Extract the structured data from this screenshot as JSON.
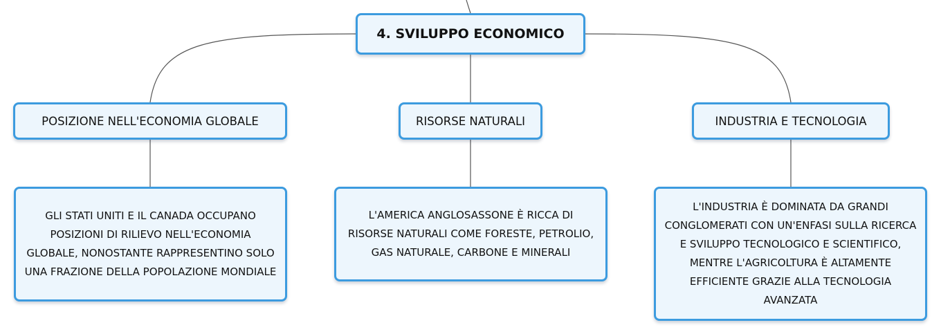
{
  "mindmap": {
    "root": {
      "label": "4. SVILUPPO ECONOMICO"
    },
    "topics": [
      {
        "label": "POSIZIONE NELL'ECONOMIA GLOBALE",
        "detail": "GLI STATI UNITI E IL CANADA OCCUPANO POSIZIONI DI RILIEVO NELL'ECONOMIA GLOBALE, NONOSTANTE RAPPRESENTINO SOLO UNA FRAZIONE DELLA POPOLAZIONE MONDIALE"
      },
      {
        "label": "RISORSE NATURALI",
        "detail": "L'AMERICA ANGLOSASSONE È RICCA DI RISORSE NATURALI COME FORESTE, PETROLIO, GAS NATURALE, CARBONE E MINERALI"
      },
      {
        "label": "INDUSTRIA E TECNOLOGIA",
        "detail": "L'INDUSTRIA È DOMINATA DA GRANDI CONGLOMERATI CON UN'ENFASI SULLA RICERCA E SVILUPPO TECNOLOGICO E SCIENTIFICO, MENTRE L'AGRICOLTURA È ALTAMENTE EFFICIENTE GRAZIE ALLA TECNOLOGIA AVANZATA"
      }
    ]
  },
  "colors": {
    "node_border": "#3c9bdf",
    "node_fill": "#edf6fd",
    "connector": "#555555",
    "text": "#111111"
  }
}
